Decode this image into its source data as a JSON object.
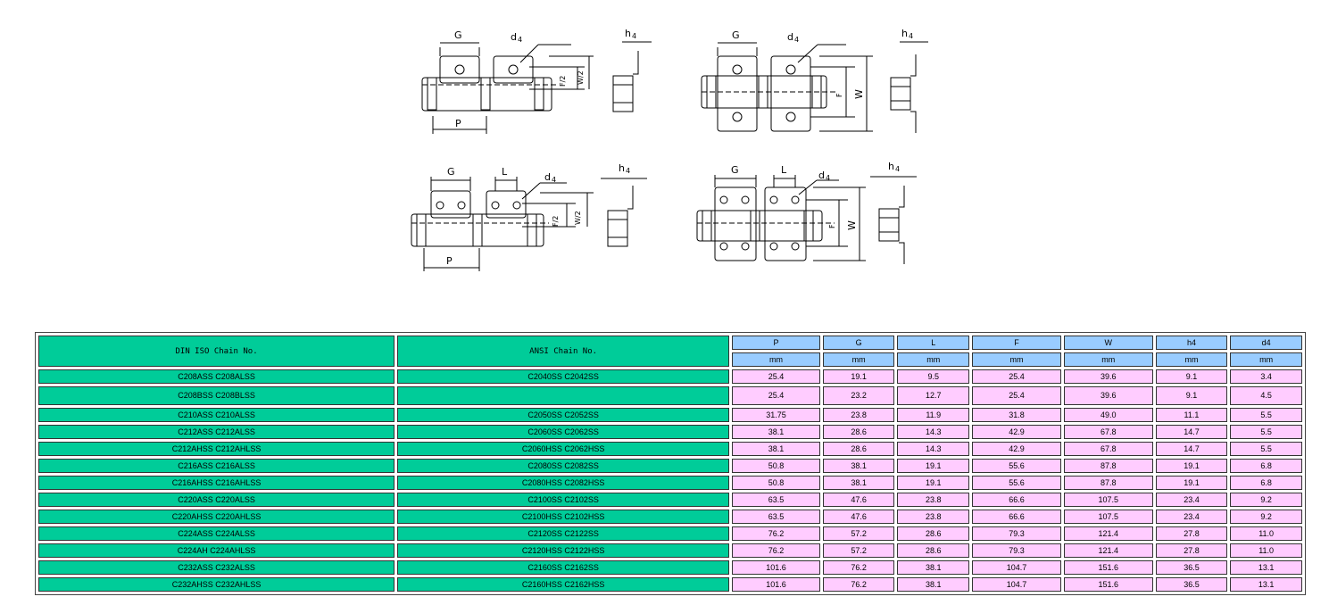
{
  "diagram": {
    "labels": {
      "G": "G",
      "L": "L",
      "d4": "d",
      "d4_sub": "4",
      "h4": "h",
      "h4_sub": "4",
      "P": "P",
      "F": "F",
      "W": "W",
      "F_half": "F/2",
      "W_half": "W/2"
    }
  },
  "table": {
    "col_din": "DIN ISO Chain No.",
    "col_ansi": "ANSI Chain No.",
    "dims": [
      "P",
      "G",
      "L",
      "F",
      "W",
      "h4",
      "d4"
    ],
    "units": [
      "mm",
      "mm",
      "mm",
      "mm",
      "mm",
      "mm",
      "mm"
    ],
    "rows": [
      {
        "din": "C208ASS  C208ALSS",
        "ansi": "C2040SS  C2042SS",
        "vals": [
          "25.4",
          "19.1",
          "9.5",
          "25.4",
          "39.6",
          "9.1",
          "3.4"
        ]
      },
      {
        "din": "C208BSS  C208BLSS",
        "ansi": "",
        "vals": [
          "25.4",
          "23.2",
          "12.7",
          "25.4",
          "39.6",
          "9.1",
          "4.5"
        ]
      },
      {
        "din": "C210ASS  C210ALSS",
        "ansi": "C2050SS  C2052SS",
        "vals": [
          "31.75",
          "23.8",
          "11.9",
          "31.8",
          "49.0",
          "11.1",
          "5.5"
        ]
      },
      {
        "din": "C212ASS  C212ALSS",
        "ansi": "C2060SS  C2062SS",
        "vals": [
          "38.1",
          "28.6",
          "14.3",
          "42.9",
          "67.8",
          "14.7",
          "5.5"
        ]
      },
      {
        "din": "C212AHSS C212AHLSS",
        "ansi": "C2060HSS  C2062HSS",
        "vals": [
          "38.1",
          "28.6",
          "14.3",
          "42.9",
          "67.8",
          "14.7",
          "5.5"
        ]
      },
      {
        "din": "C216ASS  C216ALSS",
        "ansi": "C2080SS  C2082SS",
        "vals": [
          "50.8",
          "38.1",
          "19.1",
          "55.6",
          "87.8",
          "19.1",
          "6.8"
        ]
      },
      {
        "din": "C216AHSS C216AHLSS",
        "ansi": "C2080HSS  C2082HSS",
        "vals": [
          "50.8",
          "38.1",
          "19.1",
          "55.6",
          "87.8",
          "19.1",
          "6.8"
        ]
      },
      {
        "din": "C220ASS  C220ALSS",
        "ansi": "C2100SS  C2102SS",
        "vals": [
          "63.5",
          "47.6",
          "23.8",
          "66.6",
          "107.5",
          "23.4",
          "9.2"
        ]
      },
      {
        "din": "C220AHSS C220AHLSS",
        "ansi": "C2100HSS  C2102HSS",
        "vals": [
          "63.5",
          "47.6",
          "23.8",
          "66.6",
          "107.5",
          "23.4",
          "9.2"
        ]
      },
      {
        "din": "C224ASS  C224ALSS",
        "ansi": "C2120SS  C2122SS",
        "vals": [
          "76.2",
          "57.2",
          "28.6",
          "79.3",
          "121.4",
          "27.8",
          "11.0"
        ]
      },
      {
        "din": "C224AH  C224AHLSS",
        "ansi": "C2120HSS  C2122HSS",
        "vals": [
          "76.2",
          "57.2",
          "28.6",
          "79.3",
          "121.4",
          "27.8",
          "11.0"
        ]
      },
      {
        "din": "C232ASS  C232ALSS",
        "ansi": "C2160SS  C2162SS",
        "vals": [
          "101.6",
          "76.2",
          "38.1",
          "104.7",
          "151.6",
          "36.5",
          "13.1"
        ]
      },
      {
        "din": "C232AHSS  C232AHLSS",
        "ansi": "C2160HSS  C2162HSS",
        "vals": [
          "101.6",
          "76.2",
          "38.1",
          "104.7",
          "151.6",
          "36.5",
          "13.1"
        ]
      }
    ]
  }
}
